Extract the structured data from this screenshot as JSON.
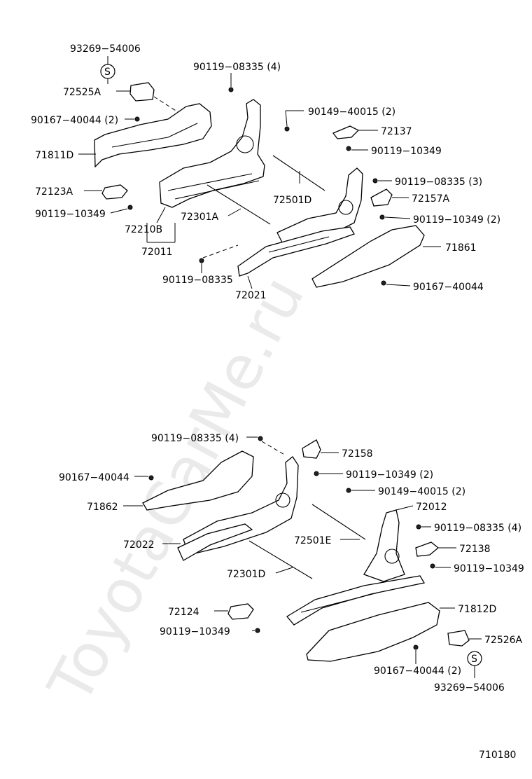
{
  "watermark": "ToyotaCarMe.ru",
  "diagram_id": "710180",
  "symbol_s": "S",
  "labels": {
    "p93269_54006_top": "93269−54006",
    "p90119_08335_4_top": "90119−08335 (4)",
    "p72525A": "72525A",
    "p90167_40044_2_top": "90167−40044 (2)",
    "p90149_40015_2_top": "90149−40015 (2)",
    "p72137": "72137",
    "p71811D": "71811D",
    "p90119_10349_top_right": "90119−10349",
    "p90119_08335_3": "90119−08335 (3)",
    "p72123A": "72123A",
    "p72501D": "72501D",
    "p72157A": "72157A",
    "p90119_10349_top_left": "90119−10349",
    "p72301A": "72301A",
    "p90119_10349_2_top": "90119−10349 (2)",
    "p72210B": "72210B",
    "p72011": "72011",
    "p71861": "71861",
    "p90119_08335_mid": "90119−08335",
    "p90167_40044_top": "90167−40044",
    "p72021": "72021",
    "p90119_08335_4_bot": "90119−08335 (4)",
    "p72158": "72158",
    "p90167_40044_bot_left": "90167−40044",
    "p90119_10349_2_bot": "90119−10349 (2)",
    "p90149_40015_2_bot": "90149−40015 (2)",
    "p71862": "71862",
    "p72012": "72012",
    "p90119_08335_4_bot_right": "90119−08335 (4)",
    "p72022": "72022",
    "p72501E": "72501E",
    "p72138": "72138",
    "p90119_10349_bot_right": "90119−10349",
    "p72301D": "72301D",
    "p72124": "72124",
    "p71812D": "71812D",
    "p90119_10349_bot_left": "90119−10349",
    "p72526A": "72526A",
    "p90167_40044_2_bot": "90167−40044 (2)",
    "p93269_54006_bot": "93269−54006"
  }
}
